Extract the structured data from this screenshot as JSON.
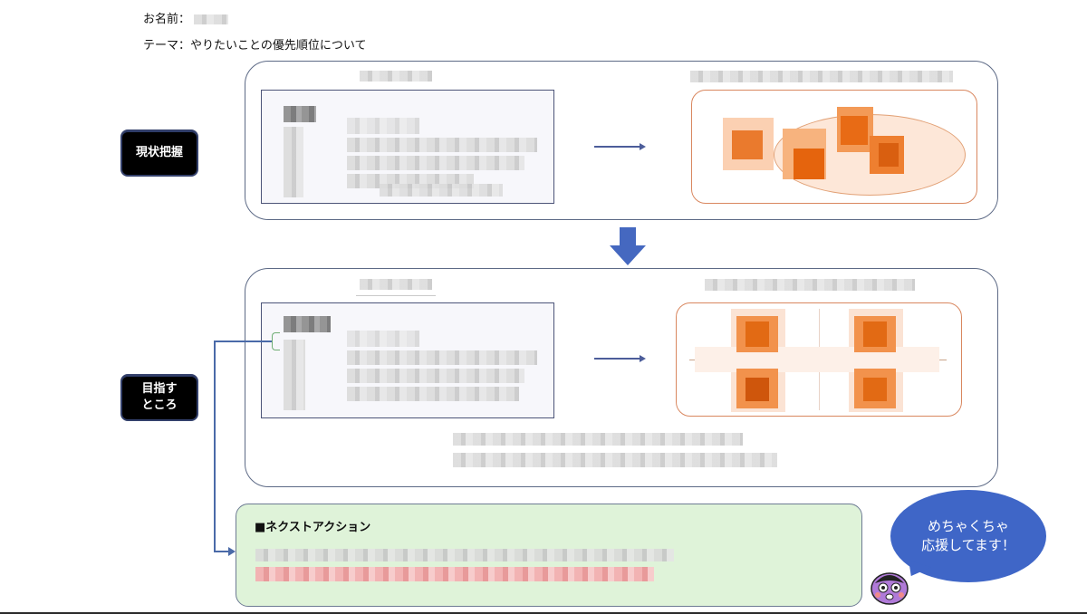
{
  "header": {
    "name_label": "お名前：",
    "theme_line": "テーマ：やりたいことの優先順位について"
  },
  "sections": {
    "current": {
      "label_line1": "現状把握"
    },
    "goal": {
      "label_line1": "目指す",
      "label_line2": "ところ"
    }
  },
  "next_action": {
    "title": "■ネクストアクション"
  },
  "bubble": {
    "line1": "めちゃくちゃ",
    "line2": "応援してます！"
  },
  "colors": {
    "panel_border": "#5d6a86",
    "orange_accent": "#e8782a",
    "green_fill": "#dff3d9",
    "bubble_blue": "#3f66c7",
    "connector_blue": "#4a6aa8",
    "avatar_purple": "#b07ad8"
  }
}
